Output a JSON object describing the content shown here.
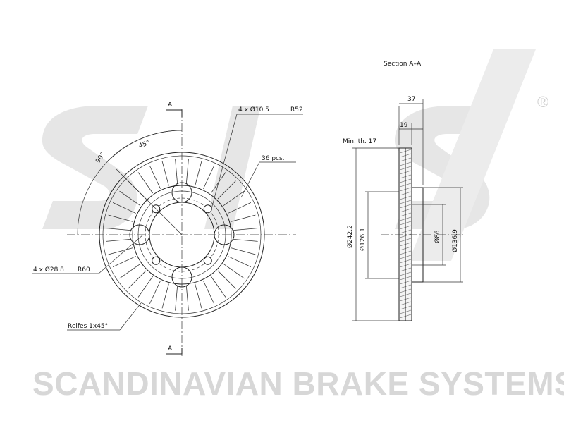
{
  "brand": {
    "name": "SCANDINAVIAN BRAKE SYSTEMS",
    "registered_mark": "®",
    "logo_letters": "sbs"
  },
  "front_view": {
    "section_marker_top": "A",
    "section_marker_bottom": "A",
    "bolt_holes": "4 x Ø10.5",
    "bolt_radius": "R52",
    "vanes": "36 pcs.",
    "angle_small": "45°",
    "angle_large": "90°",
    "relief_holes": "4 x Ø28.8",
    "relief_radius": "R60",
    "chamfer": "Reifes 1x45°"
  },
  "section_view": {
    "title": "Section A–A",
    "min_thickness": "Min. th. 17",
    "width": "37",
    "thickness": "19",
    "outer_diameter": "Ø242.2",
    "hub_diameter_1": "Ø126.1",
    "center_bore": "Ø86",
    "hub_diameter_2": "Ø136.9"
  }
}
